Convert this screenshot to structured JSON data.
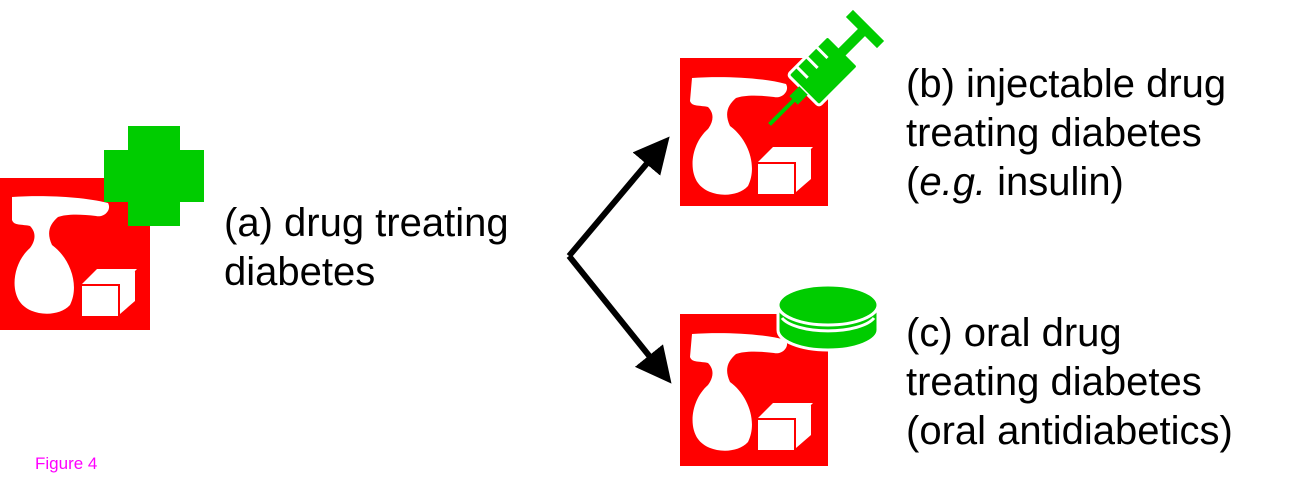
{
  "colors": {
    "icon_red": "#ff0000",
    "accent_green": "#00cc00",
    "arrow": "#000000",
    "caption": "#ff00ff"
  },
  "icons": {
    "main": "diabetes-drug-icon-with-plus",
    "injectable": "diabetes-drug-icon-with-syringe",
    "oral": "diabetes-drug-icon-with-pill"
  },
  "labels": {
    "a": {
      "line1": "(a) drug treating",
      "line2": "diabetes"
    },
    "b": {
      "line1": "(b) injectable drug",
      "line2": "treating diabetes",
      "line3_prefix": "(",
      "line3_em": "e.g.",
      "line3_suffix": " insulin)"
    },
    "c": {
      "line1": "(c) oral drug",
      "line2": "treating diabetes",
      "line3": "(oral antidiabetics)"
    }
  },
  "caption": "Figure 4"
}
